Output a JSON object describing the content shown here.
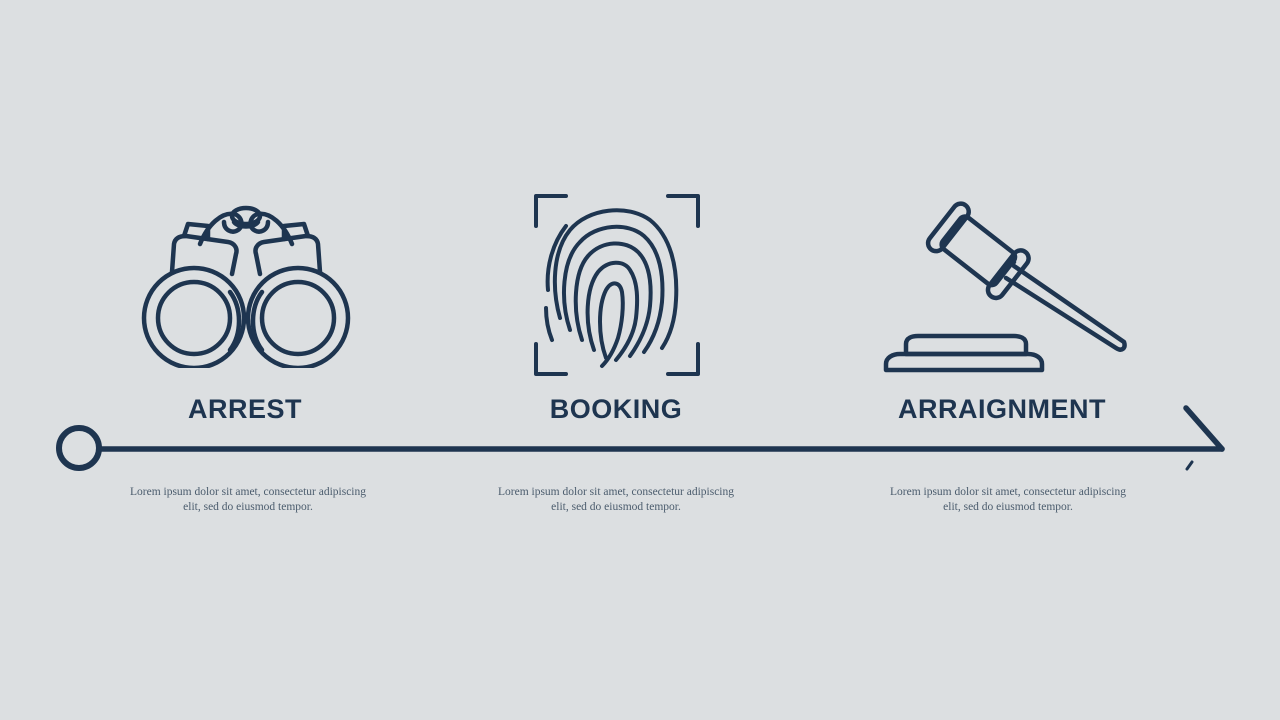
{
  "steps": [
    {
      "label": "ARREST",
      "icon": "handcuffs-icon",
      "description": "Lorem ipsum dolor sit amet, consectetur adipiscing elit, sed do eiusmod tempor."
    },
    {
      "label": "BOOKING",
      "icon": "fingerprint-icon",
      "description": "Lorem ipsum dolor sit amet, consectetur adipiscing elit, sed do eiusmod tempor."
    },
    {
      "label": "ARRAIGNMENT",
      "icon": "gavel-icon",
      "description": "Lorem ipsum dolor sit amet, consectetur adipiscing elit, sed do eiusmod tempor."
    }
  ],
  "colors": {
    "background": "#dcdfe1",
    "line": "#1e3550",
    "text": "#1e3550",
    "description": "#4b5c6d"
  }
}
